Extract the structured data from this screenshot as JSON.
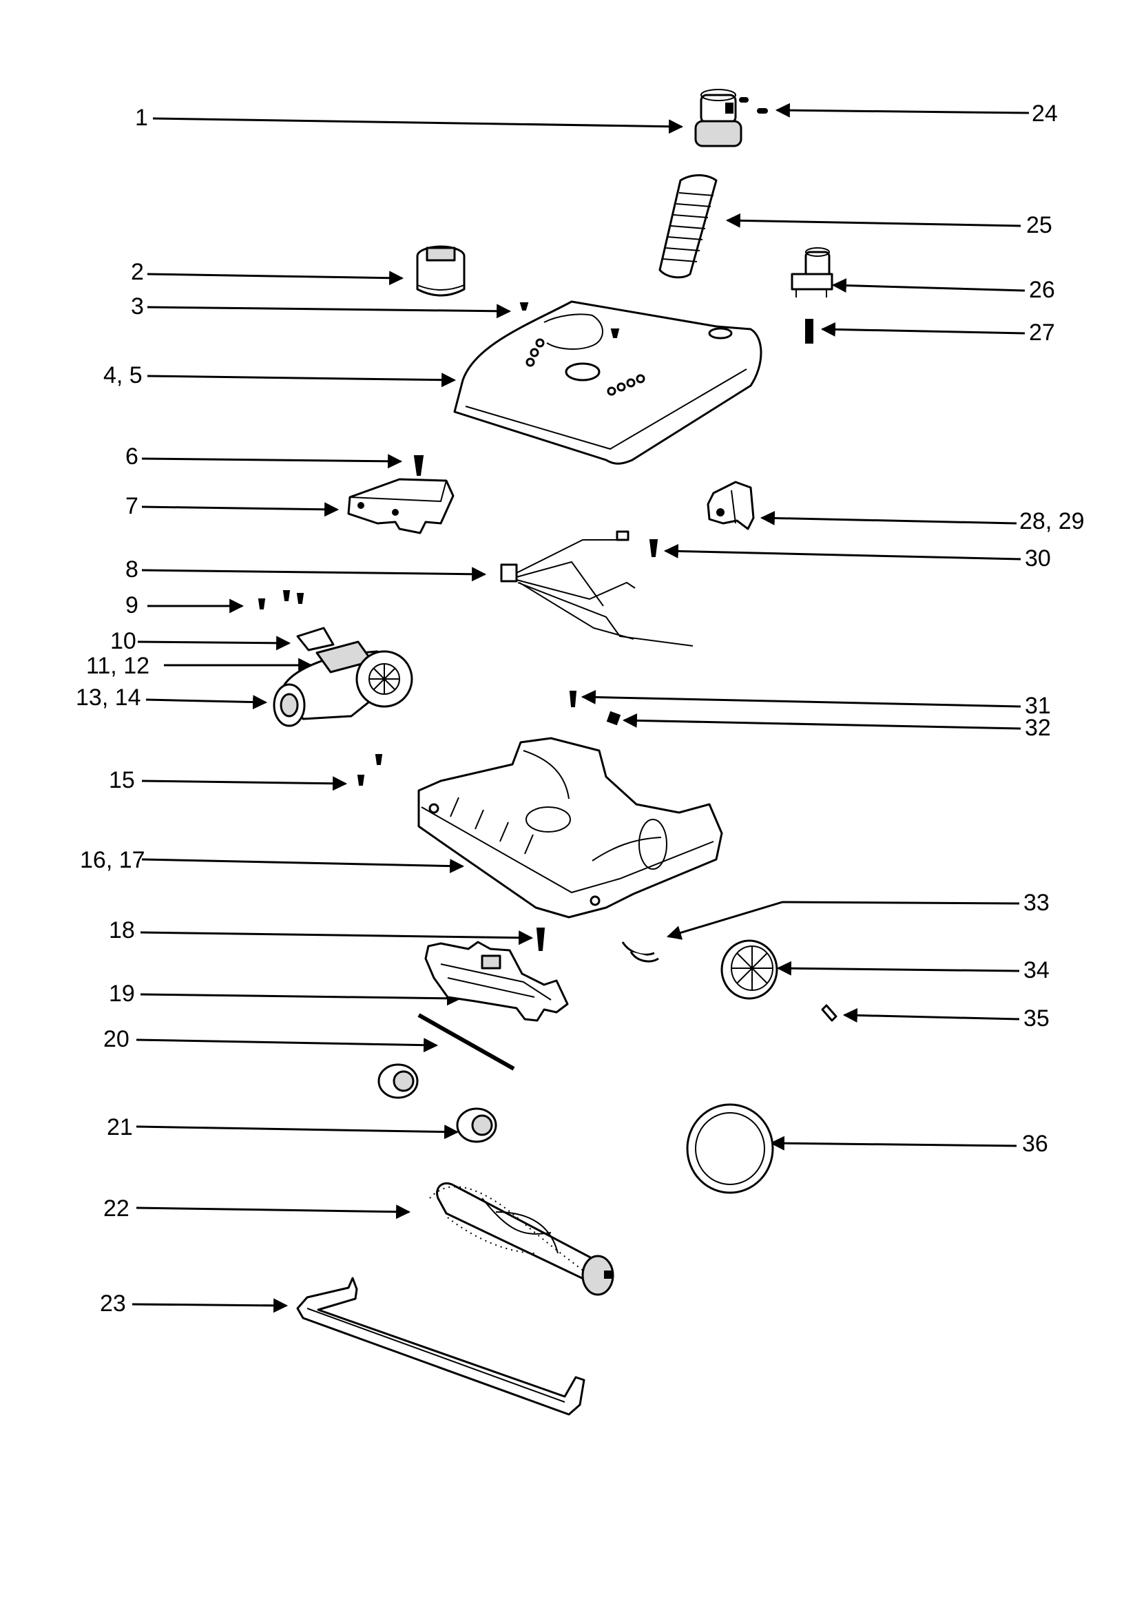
{
  "callouts": [
    {
      "id": "c1",
      "text": "1"
    },
    {
      "id": "c2",
      "text": "2"
    },
    {
      "id": "c3",
      "text": "3"
    },
    {
      "id": "c4",
      "text": "4, 5"
    },
    {
      "id": "c6",
      "text": "6"
    },
    {
      "id": "c7",
      "text": "7"
    },
    {
      "id": "c8",
      "text": "8"
    },
    {
      "id": "c9",
      "text": "9"
    },
    {
      "id": "c10",
      "text": "10"
    },
    {
      "id": "c11",
      "text": "11, 12"
    },
    {
      "id": "c13",
      "text": "13, 14"
    },
    {
      "id": "c15",
      "text": "15"
    },
    {
      "id": "c16",
      "text": "16, 17"
    },
    {
      "id": "c18",
      "text": "18"
    },
    {
      "id": "c19",
      "text": "19"
    },
    {
      "id": "c20",
      "text": "20"
    },
    {
      "id": "c21",
      "text": "21"
    },
    {
      "id": "c22",
      "text": "22"
    },
    {
      "id": "c23",
      "text": "23"
    },
    {
      "id": "c24",
      "text": "24"
    },
    {
      "id": "c25",
      "text": "25"
    },
    {
      "id": "c26",
      "text": "26"
    },
    {
      "id": "c27",
      "text": "27"
    },
    {
      "id": "c28",
      "text": "28, 29"
    },
    {
      "id": "c30",
      "text": "30"
    },
    {
      "id": "c31",
      "text": "31"
    },
    {
      "id": "c32",
      "text": "32"
    },
    {
      "id": "c33",
      "text": "33"
    },
    {
      "id": "c34",
      "text": "34"
    },
    {
      "id": "c35",
      "text": "35"
    },
    {
      "id": "c36",
      "text": "36"
    }
  ]
}
